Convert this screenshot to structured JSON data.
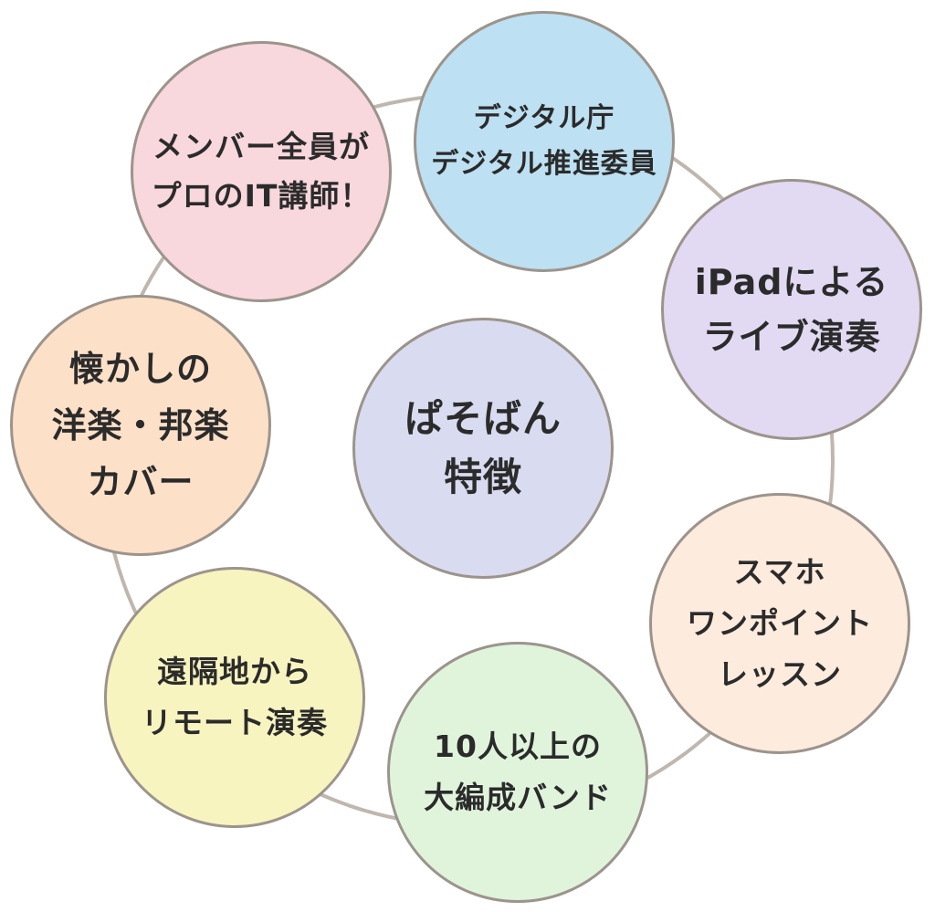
{
  "diagram": {
    "center": {
      "lines": [
        "ぱそばん",
        "特徴"
      ],
      "color": "#d9dcf0"
    },
    "nodes": [
      {
        "id": "digital",
        "lines": [
          "デジタル庁",
          "デジタル推進委員"
        ],
        "color": "#bde0f2"
      },
      {
        "id": "ipad",
        "lines": [
          "iPadによる",
          "ライブ演奏"
        ],
        "color": "#e2d9f2"
      },
      {
        "id": "smartphone",
        "lines": [
          "スマホ",
          "ワンポイント",
          "レッスン"
        ],
        "color": "#fdebdd"
      },
      {
        "id": "band",
        "lines": [
          "10人以上の",
          "大編成バンド"
        ],
        "color": "#e0f4dc"
      },
      {
        "id": "remote",
        "lines": [
          "遠隔地から",
          "リモート演奏"
        ],
        "color": "#f7f4c0"
      },
      {
        "id": "cover",
        "lines": [
          "懐かしの",
          "洋楽・邦楽",
          "カバー"
        ],
        "color": "#fde0c8"
      },
      {
        "id": "members",
        "lines": [
          "メンバー全員が",
          "プロのIT講師！"
        ],
        "color": "#f8d7dd"
      }
    ],
    "ring_color": "#bfb7ae"
  }
}
